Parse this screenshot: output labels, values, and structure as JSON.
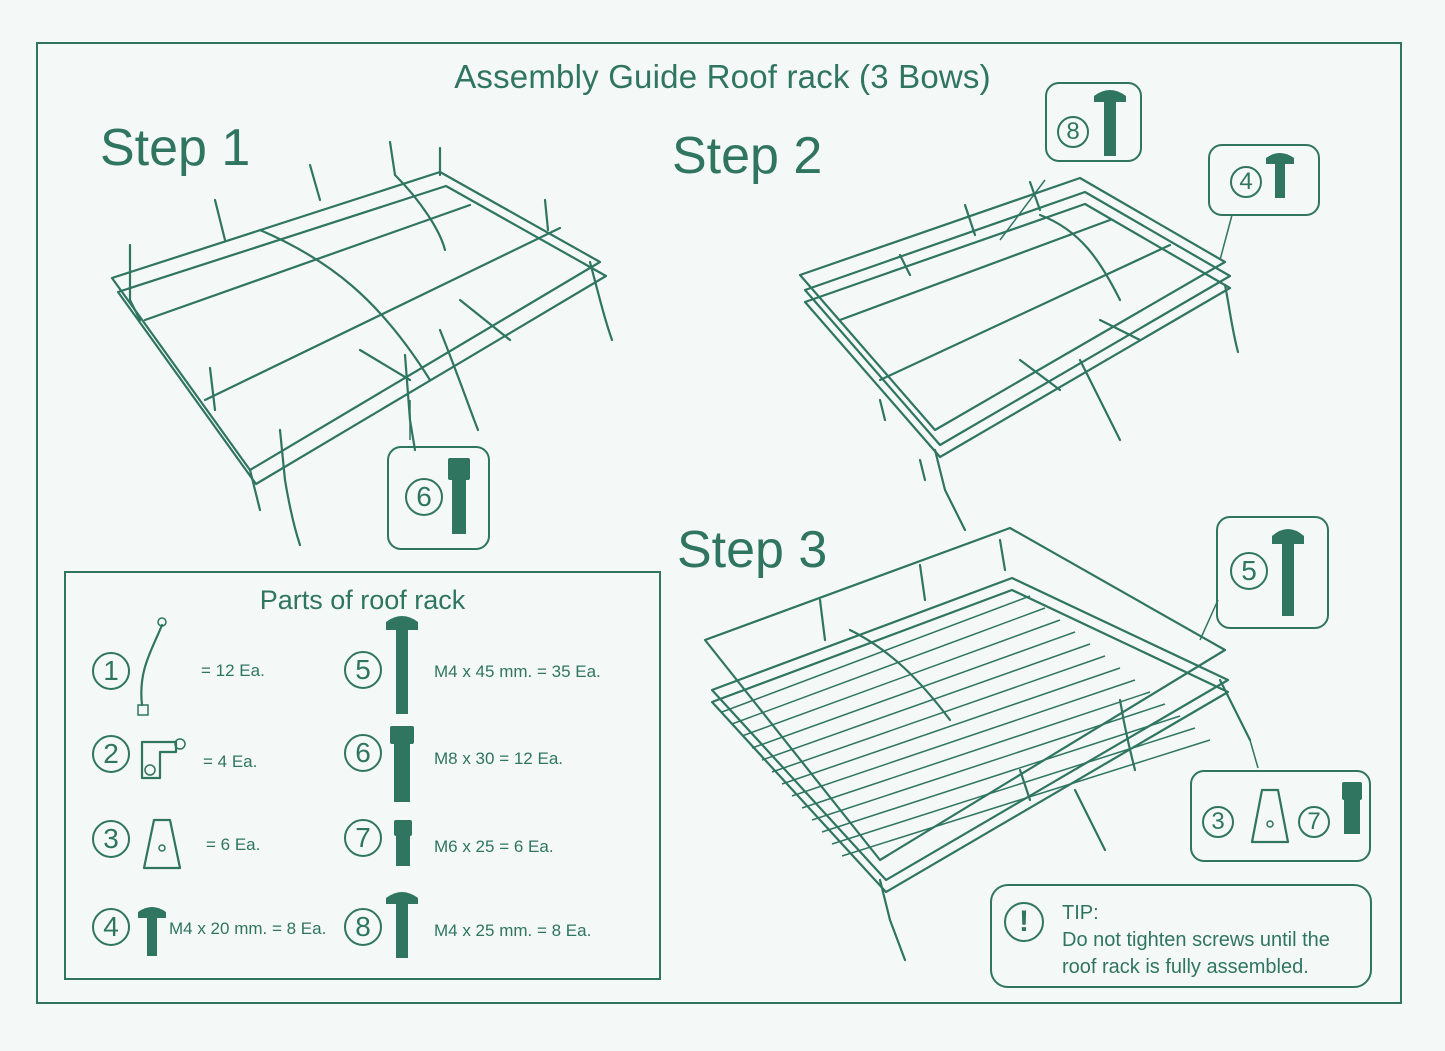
{
  "title": "Assembly Guide Roof rack (3 Bows)",
  "steps": [
    "Step 1",
    "Step 2",
    "Step 3"
  ],
  "callouts": {
    "step1": [
      "6"
    ],
    "step2_top": [
      "8"
    ],
    "step2_side": [
      "4"
    ],
    "step3_top": [
      "5"
    ],
    "step3_bottom": [
      "3",
      "7"
    ]
  },
  "parts": {
    "title": "Parts of roof rack",
    "items": [
      {
        "num": "1",
        "qty": "= 12 Ea."
      },
      {
        "num": "2",
        "qty": "= 4 Ea."
      },
      {
        "num": "3",
        "qty": "= 6 Ea."
      },
      {
        "num": "4",
        "qty": "M4 x 20 mm. = 8 Ea."
      },
      {
        "num": "5",
        "qty": "M4 x 45 mm. = 35 Ea."
      },
      {
        "num": "6",
        "qty": "M8 x 30 = 12 Ea."
      },
      {
        "num": "7",
        "qty": "M6 x 25 = 6 Ea."
      },
      {
        "num": "8",
        "qty": "M4 x 25 mm. = 8 Ea."
      }
    ]
  },
  "tip": {
    "heading": "TIP:",
    "line1": "Do not tighten screws until the",
    "line2": "roof rack is fully assembled."
  },
  "colors": {
    "ink": "#2f7560",
    "paper": "#f4f8f6"
  }
}
